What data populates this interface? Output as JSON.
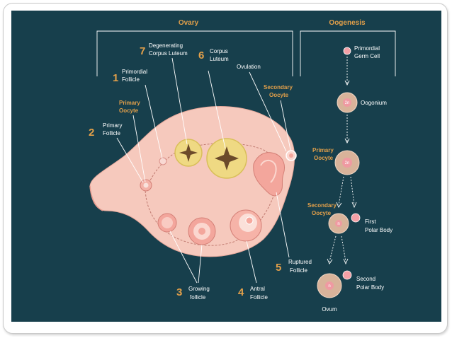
{
  "headers": {
    "ovary": "Ovary",
    "oogenesis": "Oogenesis"
  },
  "ovary_labels": {
    "n1": "1",
    "primordial_follicle": [
      "Primordial",
      "Follicle"
    ],
    "primary_oocyte": [
      "Primary",
      "Oocyte"
    ],
    "n2": "2",
    "primary_follicle": [
      "Primary",
      "Follicle"
    ],
    "n7": "7",
    "degenerating_corpus_luteum": [
      "Degenerating",
      "Corpus Luteum"
    ],
    "n6": "6",
    "corpus_luteum": [
      "Corpus",
      "Luteum"
    ],
    "ovulation": "Ovulation",
    "secondary_oocyte": [
      "Secondary",
      "Oocyte"
    ],
    "n3": "3",
    "growing_follicle": [
      "Growing",
      "follicle"
    ],
    "n4": "4",
    "antral_follicle": [
      "Antral",
      "Follicle"
    ],
    "n5": "5",
    "ruptured_follicle": [
      "Ruptured",
      "Follicle"
    ]
  },
  "oogenesis_labels": {
    "primordial_germ_cell": [
      "Primordial",
      "Germ Cell"
    ],
    "oogonium": "Oogonium",
    "primary_oocyte": [
      "Primary",
      "Oocyte"
    ],
    "secondary_oocyte": [
      "Secondary",
      "Oocyte"
    ],
    "first_polar_body": [
      "First",
      "Polar Body"
    ],
    "second_polar_body": [
      "Second",
      "Polar Body"
    ],
    "ovum": "Ovum"
  },
  "cell_marks": {
    "oogonium": "2n",
    "primary_oocyte": "2n",
    "secondary_oocyte": "n",
    "ovum": "n"
  },
  "colors": {
    "background": "#173f4c",
    "ovary_fill": "#f6c9bd",
    "cell_fill": "#d8b39a",
    "accent_label": "#e3a04a",
    "luteum_fill": "#efd983"
  }
}
